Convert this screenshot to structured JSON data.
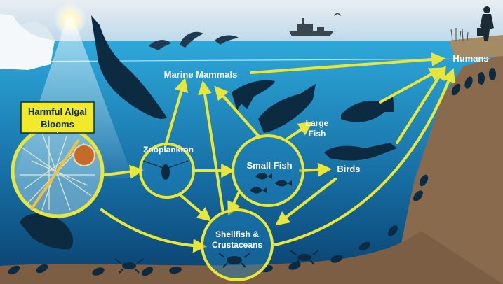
{
  "title_box": {
    "line1": "Harmful Algal",
    "line2": "Blooms"
  },
  "nodes": {
    "marine_mammals": "Marine Mammals",
    "humans": "Humans",
    "zooplankton": "Zooplankton",
    "small_fish": "Small Fish",
    "large_fish_1": "Large",
    "large_fish_2": "Fish",
    "birds": "Birds",
    "shellfish_1": "Shellfish &",
    "shellfish_2": "Crustaceans"
  },
  "colors": {
    "arrow": "#e8e63a",
    "label_box": "#f1ea2b",
    "ocean_top": "#2aa6d8",
    "ocean_bottom": "#0a3f6d",
    "sky": "#cfe3ef",
    "seafloor": "#8a6a4c",
    "silhouette": "#0c2a40"
  },
  "icons": [
    "sun-icon",
    "ship-icon",
    "person-icon",
    "whale-icon",
    "dolphin-icon",
    "seal-icon",
    "walrus-icon",
    "fish-icon",
    "bird-icon",
    "crab-icon",
    "mussel-icon",
    "iceberg-icon"
  ]
}
